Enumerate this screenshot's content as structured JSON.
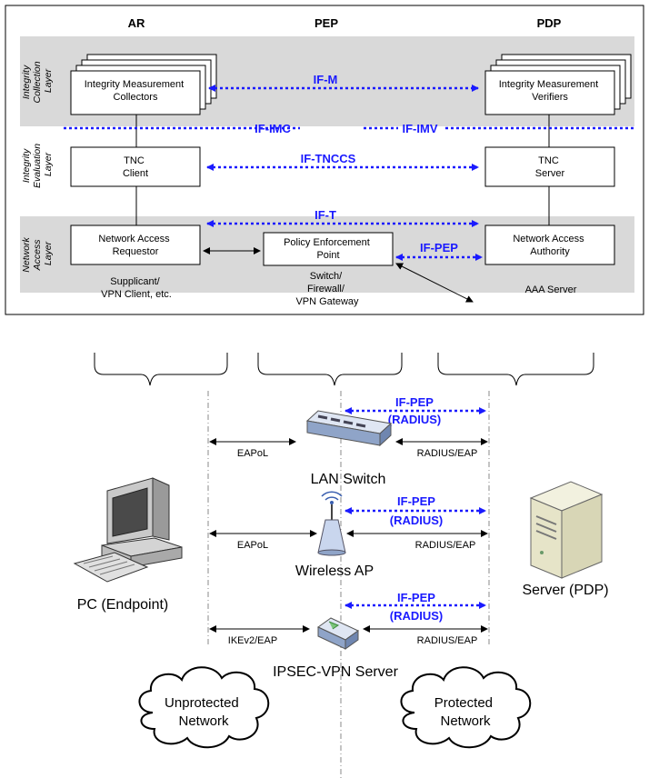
{
  "columns": {
    "ar": "AR",
    "pep": "PEP",
    "pdp": "PDP"
  },
  "layers": {
    "collection": [
      "Integrity",
      "Collection",
      "Layer"
    ],
    "evaluation": [
      "Integrity",
      "Evaluation",
      "Layer"
    ],
    "network": [
      "Network",
      "Access",
      "Layer"
    ]
  },
  "boxes": {
    "imc": [
      "Integrity Measurement",
      "Collectors"
    ],
    "imv": [
      "Integrity Measurement",
      "Verifiers"
    ],
    "tnc_client": [
      "TNC",
      "Client"
    ],
    "tnc_server": [
      "TNC",
      "Server"
    ],
    "nar": [
      "Network Access",
      "Requestor"
    ],
    "pep_box": [
      "Policy Enforcement",
      "Point"
    ],
    "naa": [
      "Network Access",
      "Authority"
    ]
  },
  "interfaces": {
    "if_m": "IF-M",
    "if_imc": "IF-IMC",
    "if_imv": "IF-IMV",
    "if_tnccs": "IF-TNCCS",
    "if_t": "IF-T",
    "if_pep": "IF-PEP"
  },
  "roles": {
    "ar": [
      "Supplicant/",
      "VPN Client, etc."
    ],
    "pep": [
      "Switch/",
      "Firewall/",
      "VPN Gateway"
    ],
    "pdp": [
      "AAA Server"
    ]
  },
  "protocols": {
    "eapol": "EAPoL",
    "ikev2": "IKEv2/EAP",
    "radius_eap": "RADIUS/EAP",
    "if_pep": "IF-PEP",
    "radius": "(RADIUS)"
  },
  "devices": {
    "lan_switch": "LAN Switch",
    "wireless_ap": "Wireless AP",
    "vpn_server": "IPSEC-VPN Server",
    "pc": "PC (Endpoint)",
    "server": "Server (PDP)"
  },
  "clouds": {
    "unprotected": [
      "Unprotected",
      "Network"
    ],
    "protected": [
      "Protected",
      "Network"
    ]
  },
  "colors": {
    "interface_blue": "#1a1aff",
    "layer_gray": "#d9d9d9"
  }
}
